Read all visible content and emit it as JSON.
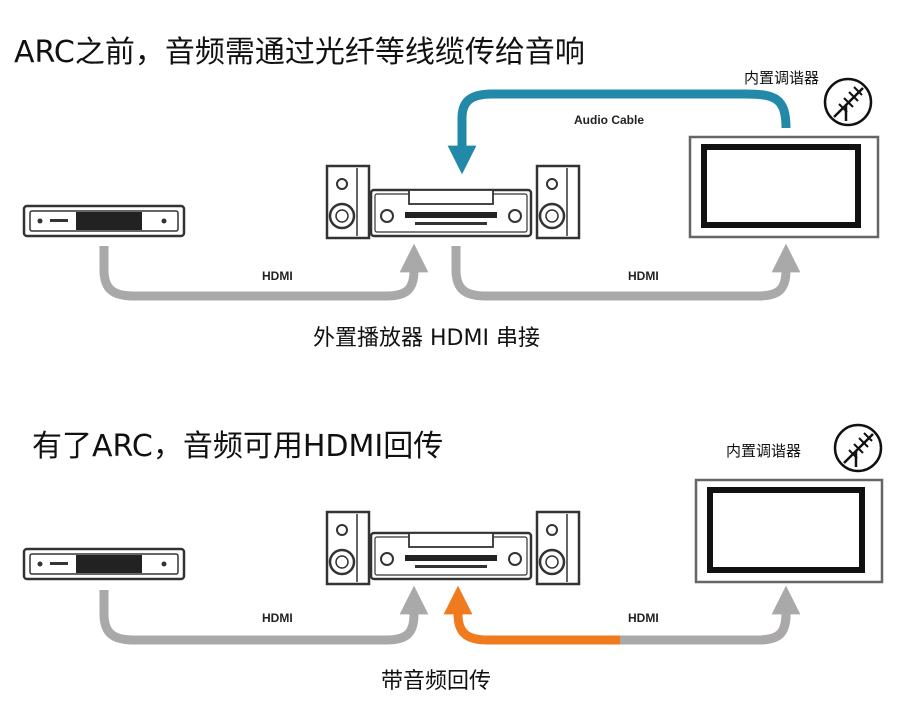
{
  "section_before": {
    "title": "ARC之前，音频需通过光纤等线缆传给音响",
    "tuner_label": "内置调谐器",
    "audio_cable_label": "Audio Cable",
    "hdmi_left_label": "HDMI",
    "hdmi_right_label": "HDMI",
    "caption": "外置播放器 HDMI 串接"
  },
  "section_after": {
    "title": "有了ARC，音频可用HDMI回传",
    "tuner_label": "内置调谐器",
    "hdmi_left_label": "HDMI",
    "hdmi_right_label": "HDMI",
    "caption": "带音频回传"
  },
  "colors": {
    "hdmi_arrow": "#a9a9a9",
    "audio_cable_arrow": "#2389a8",
    "arc_arrow": "#f07a1e",
    "device_outline": "#333333"
  }
}
